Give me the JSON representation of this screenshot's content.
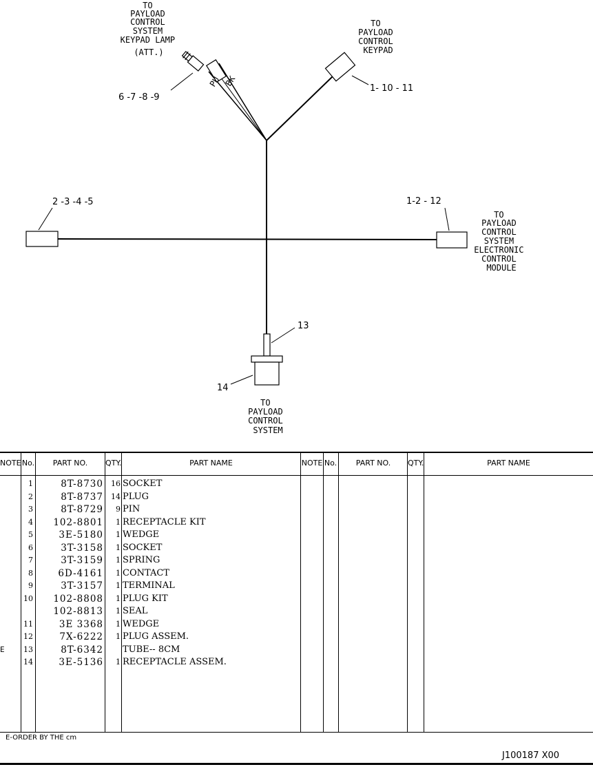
{
  "diagram": {
    "labels": {
      "keypad_lamp": [
        "TO",
        "PAYLOAD",
        "CONTROL",
        "SYSTEM",
        "KEYPAD LAMP",
        "(ATT.)"
      ],
      "keypad": [
        "TO",
        "PAYLOAD",
        "CONTROL",
        "KEYPAD"
      ],
      "ecm": [
        "TO",
        "PAYLOAD",
        "CONTROL",
        "SYSTEM",
        "ELECTRONIC",
        "CONTROL",
        "MODULE"
      ],
      "system": [
        "TO",
        "PAYLOAD",
        "CONTROL",
        "SYSTEM"
      ]
    },
    "callouts": {
      "lamp_parts": "6 -7 -8 -9",
      "keypad_parts": "1- 10 - 11",
      "left_parts": "2 -3 -4 -5",
      "ecm_parts": "1-2 - 12",
      "tube": "13",
      "receptacle": "14"
    },
    "wire_colors": {
      "wire1": "PU",
      "wire2": "BK"
    }
  },
  "table": {
    "headers": {
      "note": "NOTE",
      "no": "No.",
      "part_no": "PART NO.",
      "qty": "QTY.",
      "part_name": "PART NAME"
    },
    "rows": [
      {
        "note": "",
        "no": "1",
        "part_no": "8T-8730",
        "qty": "16",
        "name": "SOCKET"
      },
      {
        "note": "",
        "no": "2",
        "part_no": "8T-8737",
        "qty": "14",
        "name": "PLUG"
      },
      {
        "note": "",
        "no": "3",
        "part_no": "8T-8729",
        "qty": "9",
        "name": "PIN"
      },
      {
        "note": "",
        "no": "4",
        "part_no": "102-8801",
        "qty": "1",
        "name": "RECEPTACLE KIT"
      },
      {
        "note": "",
        "no": "5",
        "part_no": "3E-5180",
        "qty": "1",
        "name": "WEDGE"
      },
      {
        "note": "",
        "no": "6",
        "part_no": "3T-3158",
        "qty": "1",
        "name": "SOCKET"
      },
      {
        "note": "",
        "no": "7",
        "part_no": "3T-3159",
        "qty": "1",
        "name": "SPRING"
      },
      {
        "note": "",
        "no": "8",
        "part_no": "6D-4161",
        "qty": "1",
        "name": "CONTACT"
      },
      {
        "note": "",
        "no": "9",
        "part_no": "3T-3157",
        "qty": "1",
        "name": "TERMINAL"
      },
      {
        "note": "",
        "no": "10",
        "part_no": "102-8808",
        "qty": "1",
        "name": "PLUG KIT"
      },
      {
        "note": "",
        "no": "",
        "part_no": "102-8813",
        "qty": "1",
        "name": "SEAL"
      },
      {
        "note": "",
        "no": "11",
        "part_no": "3E 3368",
        "qty": "1",
        "name": "WEDGE"
      },
      {
        "note": "",
        "no": "12",
        "part_no": "7X-6222",
        "qty": "1",
        "name": "PLUG ASSEM."
      },
      {
        "note": "E",
        "no": "13",
        "part_no": "8T-6342",
        "qty": "",
        "name": "TUBE-- 8CM"
      },
      {
        "note": "",
        "no": "14",
        "part_no": "3E-5136",
        "qty": "1",
        "name": "RECEPTACLE ASSEM."
      }
    ]
  },
  "footer": {
    "note": "E-ORDER BY THE cm",
    "doc_code": "J100187   X00"
  }
}
